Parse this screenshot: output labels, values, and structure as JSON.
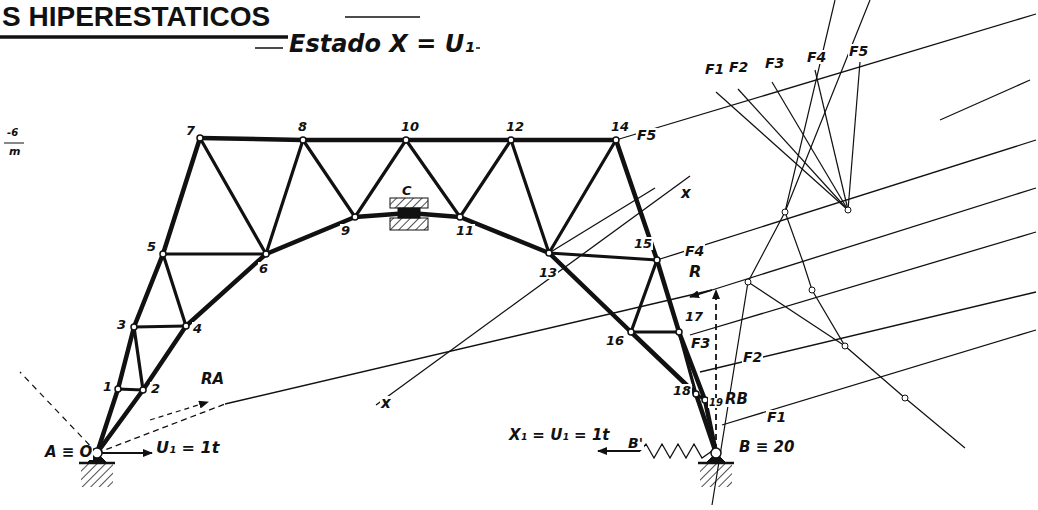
{
  "diagram": {
    "title": "S HIPERESTATICOS",
    "labels": [
      "Estado X = U₁",
      "-6",
      "m",
      "7",
      "8",
      "10",
      "12",
      "14",
      "5",
      "6",
      "9",
      "11",
      "13",
      "15",
      "3",
      "4",
      "16",
      "17",
      "1",
      "2",
      "18",
      "19",
      "C",
      "A ≡ O",
      "U₁ = 1t",
      "RA",
      "X₁ = U₁ = 1t",
      "B'",
      "B ≡ 20",
      "RB",
      "R",
      "x",
      "x",
      "F5",
      "F4",
      "F3",
      "F2",
      "F1",
      "F1",
      "F2",
      "F3",
      "F4",
      "F5"
    ]
  }
}
